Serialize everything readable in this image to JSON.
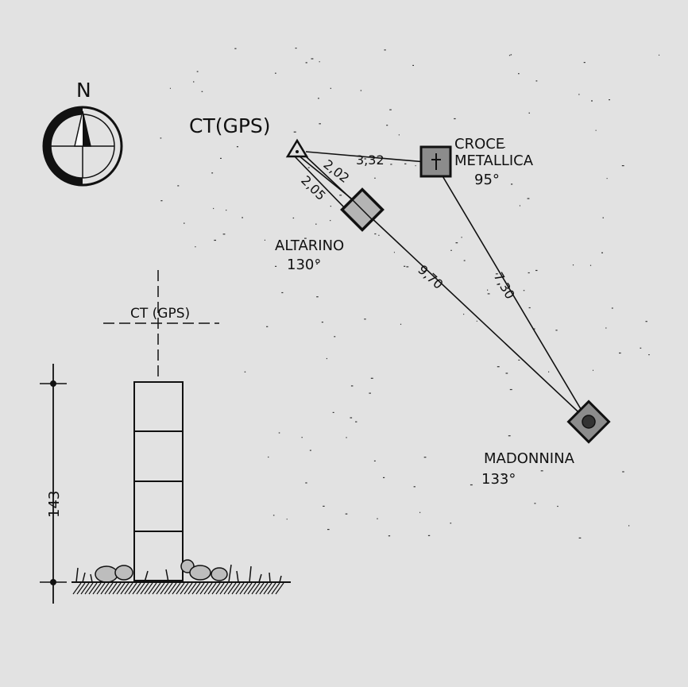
{
  "compass": {
    "label": "N"
  },
  "station": {
    "label": "CT(GPS)"
  },
  "points": [
    {
      "id": "croce",
      "name_line1": "CROCE",
      "name_line2": "METALLICA",
      "angle": "95°"
    },
    {
      "id": "altarino",
      "name_line1": "ALTARINO",
      "angle": "130°"
    },
    {
      "id": "madonnina",
      "name_line1": "MADONNINA",
      "angle": "133°"
    }
  ],
  "distances": {
    "ct_croce": "3,32",
    "ct_altarino_a": "2,02",
    "ct_altarino_b": "2,05",
    "ct_madonnina": "9,70",
    "croce_madonnina": "7,30"
  },
  "elevation": {
    "label": "CT (GPS)",
    "height": "143"
  },
  "colors": {
    "ink": "#111111",
    "paper": "#e2e2e2",
    "fill_gray": "#8c8c8c"
  }
}
